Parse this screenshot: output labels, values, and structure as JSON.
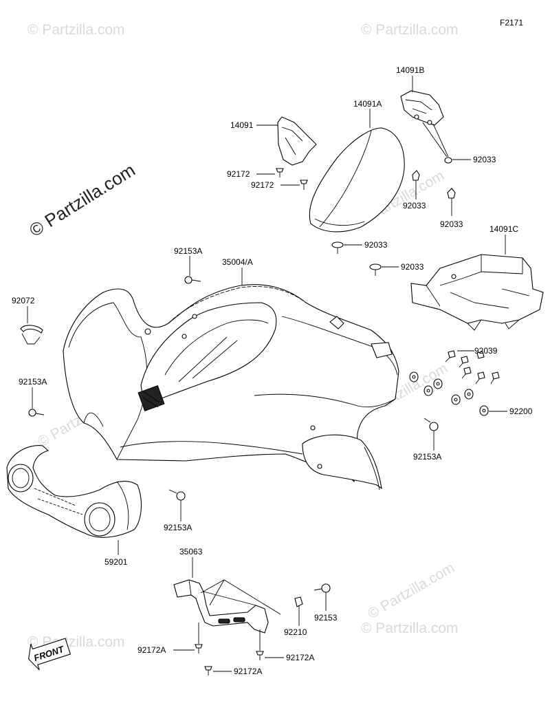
{
  "figure_code": "F2171",
  "watermarks": {
    "big": "© Partzilla.com",
    "small": "© Partzilla.com"
  },
  "front_marker": "FRONT",
  "labels": {
    "p14091B": "14091B",
    "p14091A": "14091A",
    "p14091": "14091",
    "p92033_a": "92033",
    "p92172_a": "92172",
    "p92172_b": "92172",
    "p92033_b": "92033",
    "p92033_c": "92033",
    "p92033_d": "92033",
    "p92033_e": "92033",
    "p92153A_a": "92153A",
    "p35004A": "35004/A",
    "p14091C": "14091C",
    "p92072": "92072",
    "p92039": "92039",
    "p92153A_b": "92153A",
    "p92200": "92200",
    "p92153A_c": "92153A",
    "p92153A_d": "92153A",
    "p59201": "59201",
    "p35063": "35063",
    "p92153": "92153",
    "p92210": "92210",
    "p92172A_a": "92172A",
    "p92172A_b": "92172A",
    "p92172A_c": "92172A"
  }
}
